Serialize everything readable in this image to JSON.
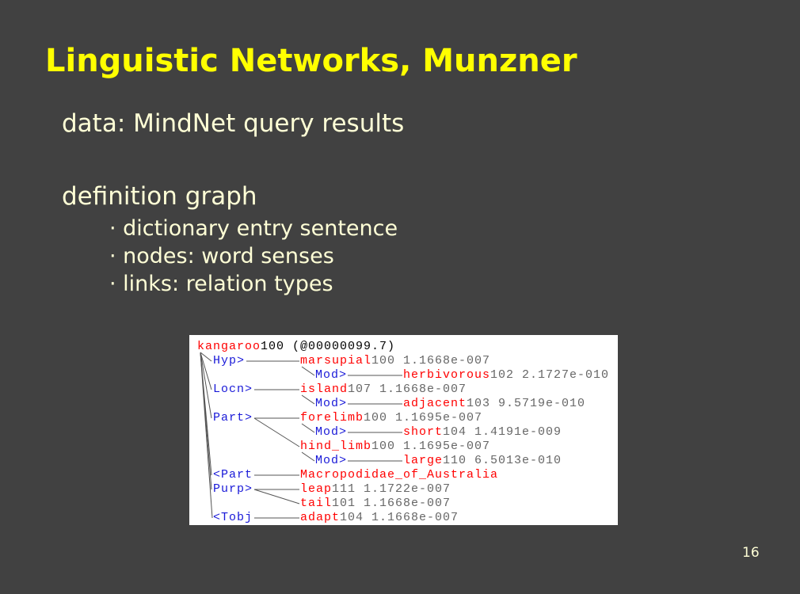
{
  "title": "Linguistic Networks, Munzner",
  "lines": [
    "data: MindNet query results",
    "definition graph"
  ],
  "bullets": [
    "· dictionary entry sentence",
    "· nodes: word senses",
    "· links: relation types"
  ],
  "page_number": "16",
  "graph": {
    "root": {
      "word": "kangaroo",
      "suffix": "100 (@00000099.7)"
    },
    "rows": [
      {
        "rel": "Hyp>",
        "node": "marsupial",
        "info": "100 1.1668e-007"
      },
      {
        "rel": "Mod>",
        "node": "herbivorous",
        "info": "102 2.1727e-010"
      },
      {
        "rel": "Locn>",
        "node": "island",
        "info": "107 1.1668e-007"
      },
      {
        "rel": "Mod>",
        "node": "adjacent",
        "info": "103 9.5719e-010"
      },
      {
        "rel": "Part>",
        "node": "forelimb",
        "info": "100 1.1695e-007"
      },
      {
        "rel": "Mod>",
        "node": "short",
        "info": "104 1.4191e-009"
      },
      {
        "rel": "",
        "node": "hind_limb",
        "info": "100 1.1695e-007"
      },
      {
        "rel": "Mod>",
        "node": "large",
        "info": "110 6.5013e-010"
      },
      {
        "rel": "<Part",
        "node": "Macropodidae_of_Australia",
        "info": ""
      },
      {
        "rel": "Purp>",
        "node": "leap",
        "info": "111 1.1722e-007"
      },
      {
        "rel": "",
        "node": "tail",
        "info": "101 1.1668e-007"
      },
      {
        "rel": "<Tobj",
        "node": "adapt",
        "info": "104 1.1668e-007"
      }
    ]
  }
}
